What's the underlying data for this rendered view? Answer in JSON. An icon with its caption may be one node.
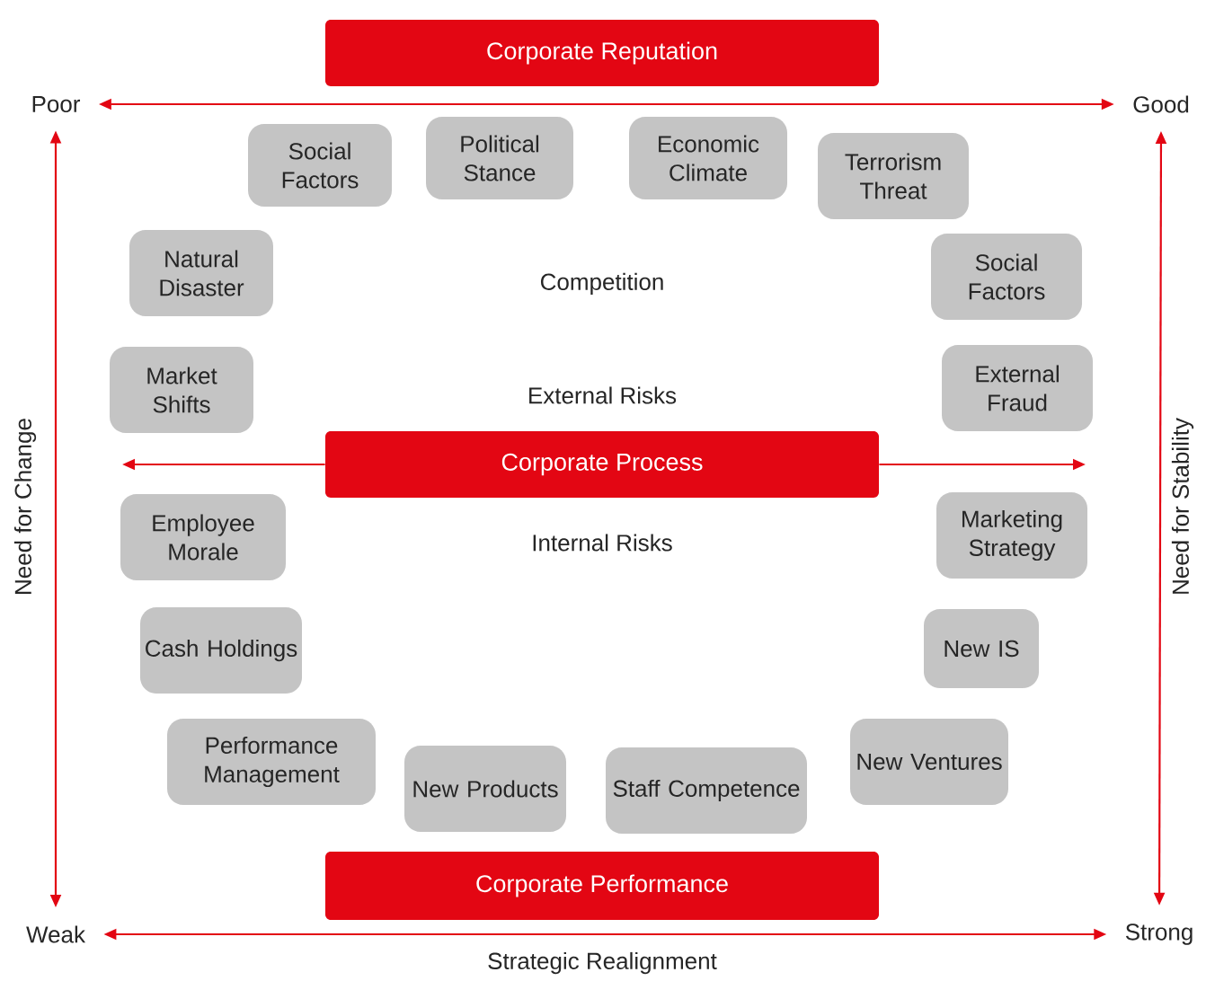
{
  "diagram": {
    "nodes": [
      {
        "text": [
          "Corporate Reputation"
        ]
      },
      {
        "text": [
          "Poor"
        ]
      },
      {
        "text": [
          "Good"
        ]
      },
      {
        "text": [
          "Weak"
        ]
      },
      {
        "text": [
          "Strong"
        ]
      },
      {
        "text": [
          "Corporate Process"
        ]
      },
      {
        "text": [
          "Corporate Performance"
        ]
      },
      {
        "text": [
          "Social Factors"
        ]
      },
      {
        "text": [
          "Political Stance"
        ]
      },
      {
        "text": [
          "Economic Climate"
        ]
      },
      {
        "text": [
          "Terrorism Threat"
        ]
      },
      {
        "text": [
          "Natural Disaster"
        ]
      },
      {
        "text": [
          "Social Factors"
        ]
      },
      {
        "text": [
          "Market Shifts"
        ]
      },
      {
        "text": [
          "External Fraud"
        ]
      },
      {
        "text": [
          "Employee Morale"
        ]
      },
      {
        "text": [
          "Marketing Strategy"
        ]
      },
      {
        "text": [
          "Cash Holdings"
        ]
      },
      {
        "text": [
          "New IS"
        ]
      },
      {
        "text": [
          "Performance Management"
        ]
      },
      {
        "text": [
          "New Ventures"
        ]
      },
      {
        "text": [
          "New Products"
        ]
      },
      {
        "text": [
          "Staff Competence"
        ]
      }
    ],
    "edges": [
      {
        "from": 1,
        "to": 2,
        "arrow": "both"
      },
      {
        "from": 1,
        "to": 3,
        "arrow": "both"
      },
      {
        "from": 2,
        "to": 4,
        "arrow": "both"
      },
      {
        "from": 3,
        "to": 4,
        "arrow": "both"
      },
      {
        "from": 5,
        "to": null,
        "arrow": "to"
      },
      {
        "from": 5,
        "to": null,
        "arrow": "to"
      }
    ],
    "labels": [
      "Competition",
      "External Risks",
      "Internal Risks",
      "Need for Change",
      "Need for Stability",
      "Strategic Realignment"
    ]
  }
}
